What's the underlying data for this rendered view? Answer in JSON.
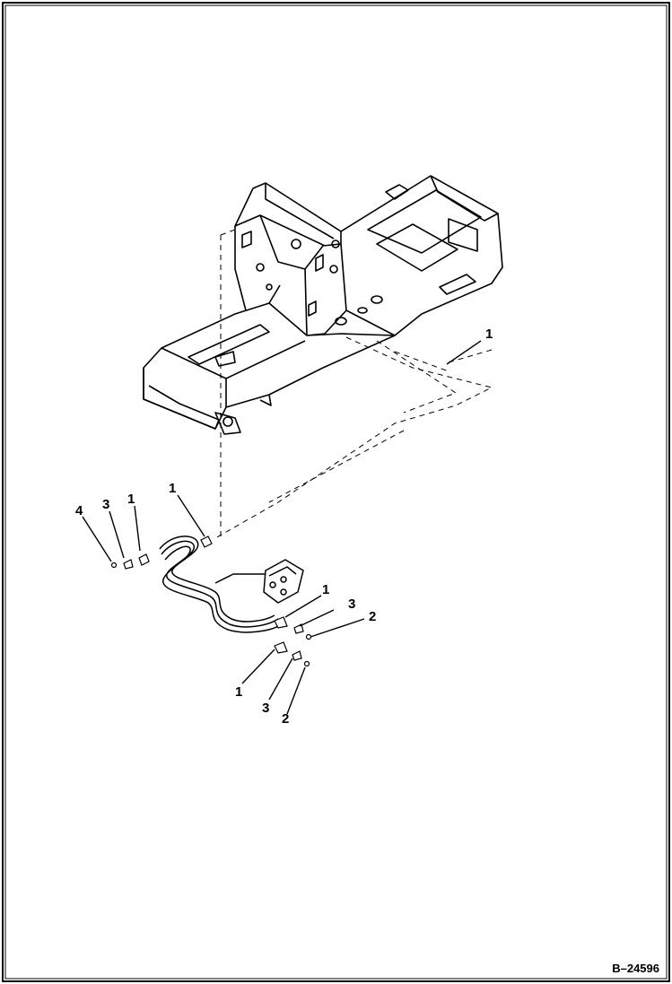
{
  "figure_id": "B–24596",
  "callouts": {
    "c1": "1",
    "c2": "1",
    "c3": "1",
    "c4": "1",
    "c5": "1",
    "c6": "3",
    "c7": "4",
    "c8": "3",
    "c9": "2",
    "c10": "3",
    "c11": "2"
  },
  "colors": {
    "line": "#000000",
    "background": "#ffffff"
  }
}
